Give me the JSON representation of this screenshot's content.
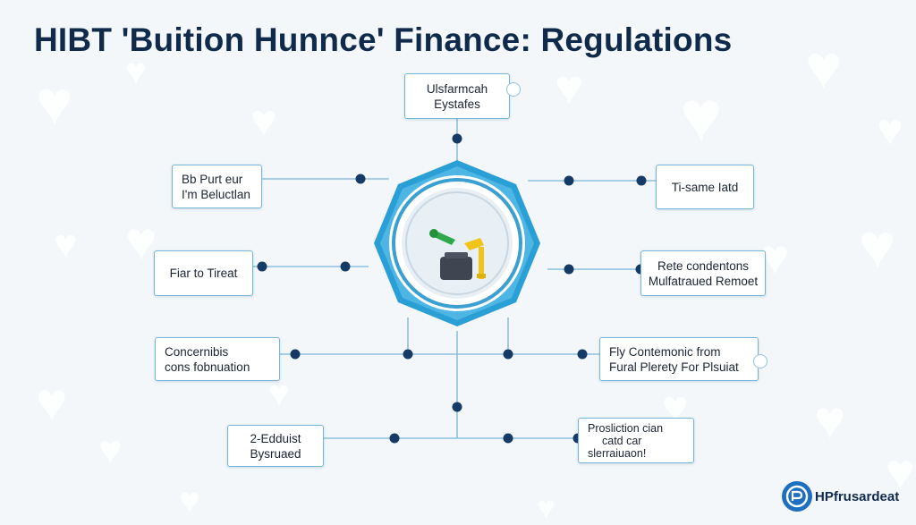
{
  "title": "HIBT 'Buition Hunnce' Finance: Regulations",
  "nodes": {
    "top": [
      "Ulsfarmcah",
      "Eystafes"
    ],
    "left_1": [
      "Bb Purt eur",
      "I'm Beluctlan"
    ],
    "right_1": [
      "Ti-same Iatd"
    ],
    "left_2": [
      "Fiar to Tireat"
    ],
    "right_2": [
      "Rete condentons",
      "Mulfatraued Remoet"
    ],
    "left_3": [
      "Concernibis",
      "cons fobnuation"
    ],
    "right_3": [
      "Fly Contemonic from",
      "Fural Plerety For Plsuiat"
    ],
    "bottom_left": [
      "2-Edduist",
      "Bysruaed"
    ],
    "bottom_right": [
      "Prosliction cian",
      "catd car",
      "slerraiuaon!"
    ]
  },
  "logo_text": "HPfrusardeat",
  "colors": {
    "title": "#0f2a4a",
    "connector": "#8cc0dc",
    "dot": "#163a66",
    "hub_outer": "#2a9fd6",
    "hub_inner": "#dfe7ee",
    "node_border": "#74b6d8",
    "background": "#f3f7fa"
  },
  "icons": {
    "hub": "lock-and-key-icon",
    "logo": "brand-logo-icon"
  }
}
